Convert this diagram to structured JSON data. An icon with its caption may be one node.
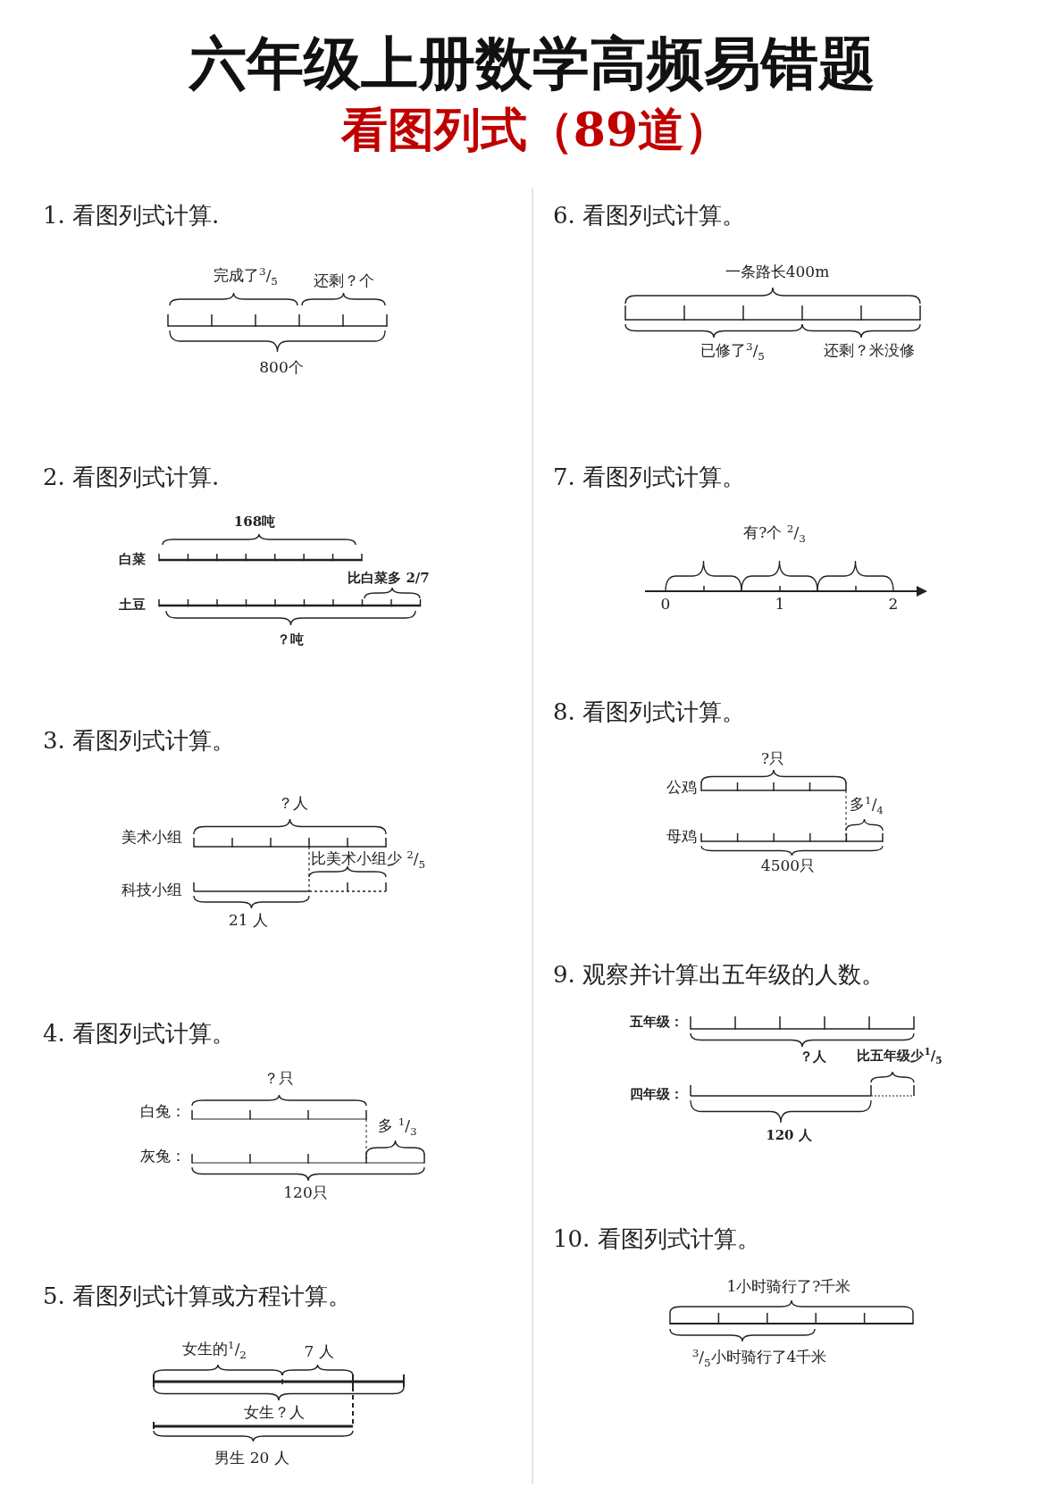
{
  "diagram": {
    "title": "六年级上册数学高频易错题",
    "labels": [
      "看图列式（89道）",
      "1. 看图列式计算.",
      "完成了$^{3}$/$_{5}$",
      "还剩？个",
      "800个",
      "2. 看图列式计算.",
      "168吨",
      "白菜",
      "比白菜多 2/7",
      "土豆",
      "？吨",
      "3. 看图列式计算。",
      "？人",
      "美术小组",
      "比美术小组少 $^{2}$/$_{5}$",
      "科技小组",
      "21 人",
      "4. 看图列式计算。",
      "？只",
      "白兔：",
      "多 $^{1}$/$_{3}$",
      "灰兔：",
      "120只",
      "5. 看图列式计算或方程计算。",
      "女生的$^{1}$/$_{2}$",
      "7 人",
      "女生？人",
      "男生 20 人",
      "6. 看图列式计算。",
      "一条路长400m",
      "已修了$^{3}$/$_{5}$",
      "还剩？米没修",
      "7. 看图列式计算。",
      "有?个 $^{2}$/$_{3}$",
      "0",
      "1",
      "2",
      "8. 看图列式计算。",
      "?只",
      "公鸡",
      "多$^{1}$/$_{4}$",
      "母鸡",
      "4500只",
      "9. 观察并计算出五年级的人数。",
      "五年级：",
      "？人",
      "比五年级少$^{1}$/$_{5}$",
      "四年级：",
      "120 人",
      "10. 看图列式计算。",
      "1小时骑行了?千米",
      "$^{3}$/$_{5}$小时骑行了4千米"
    ]
  }
}
